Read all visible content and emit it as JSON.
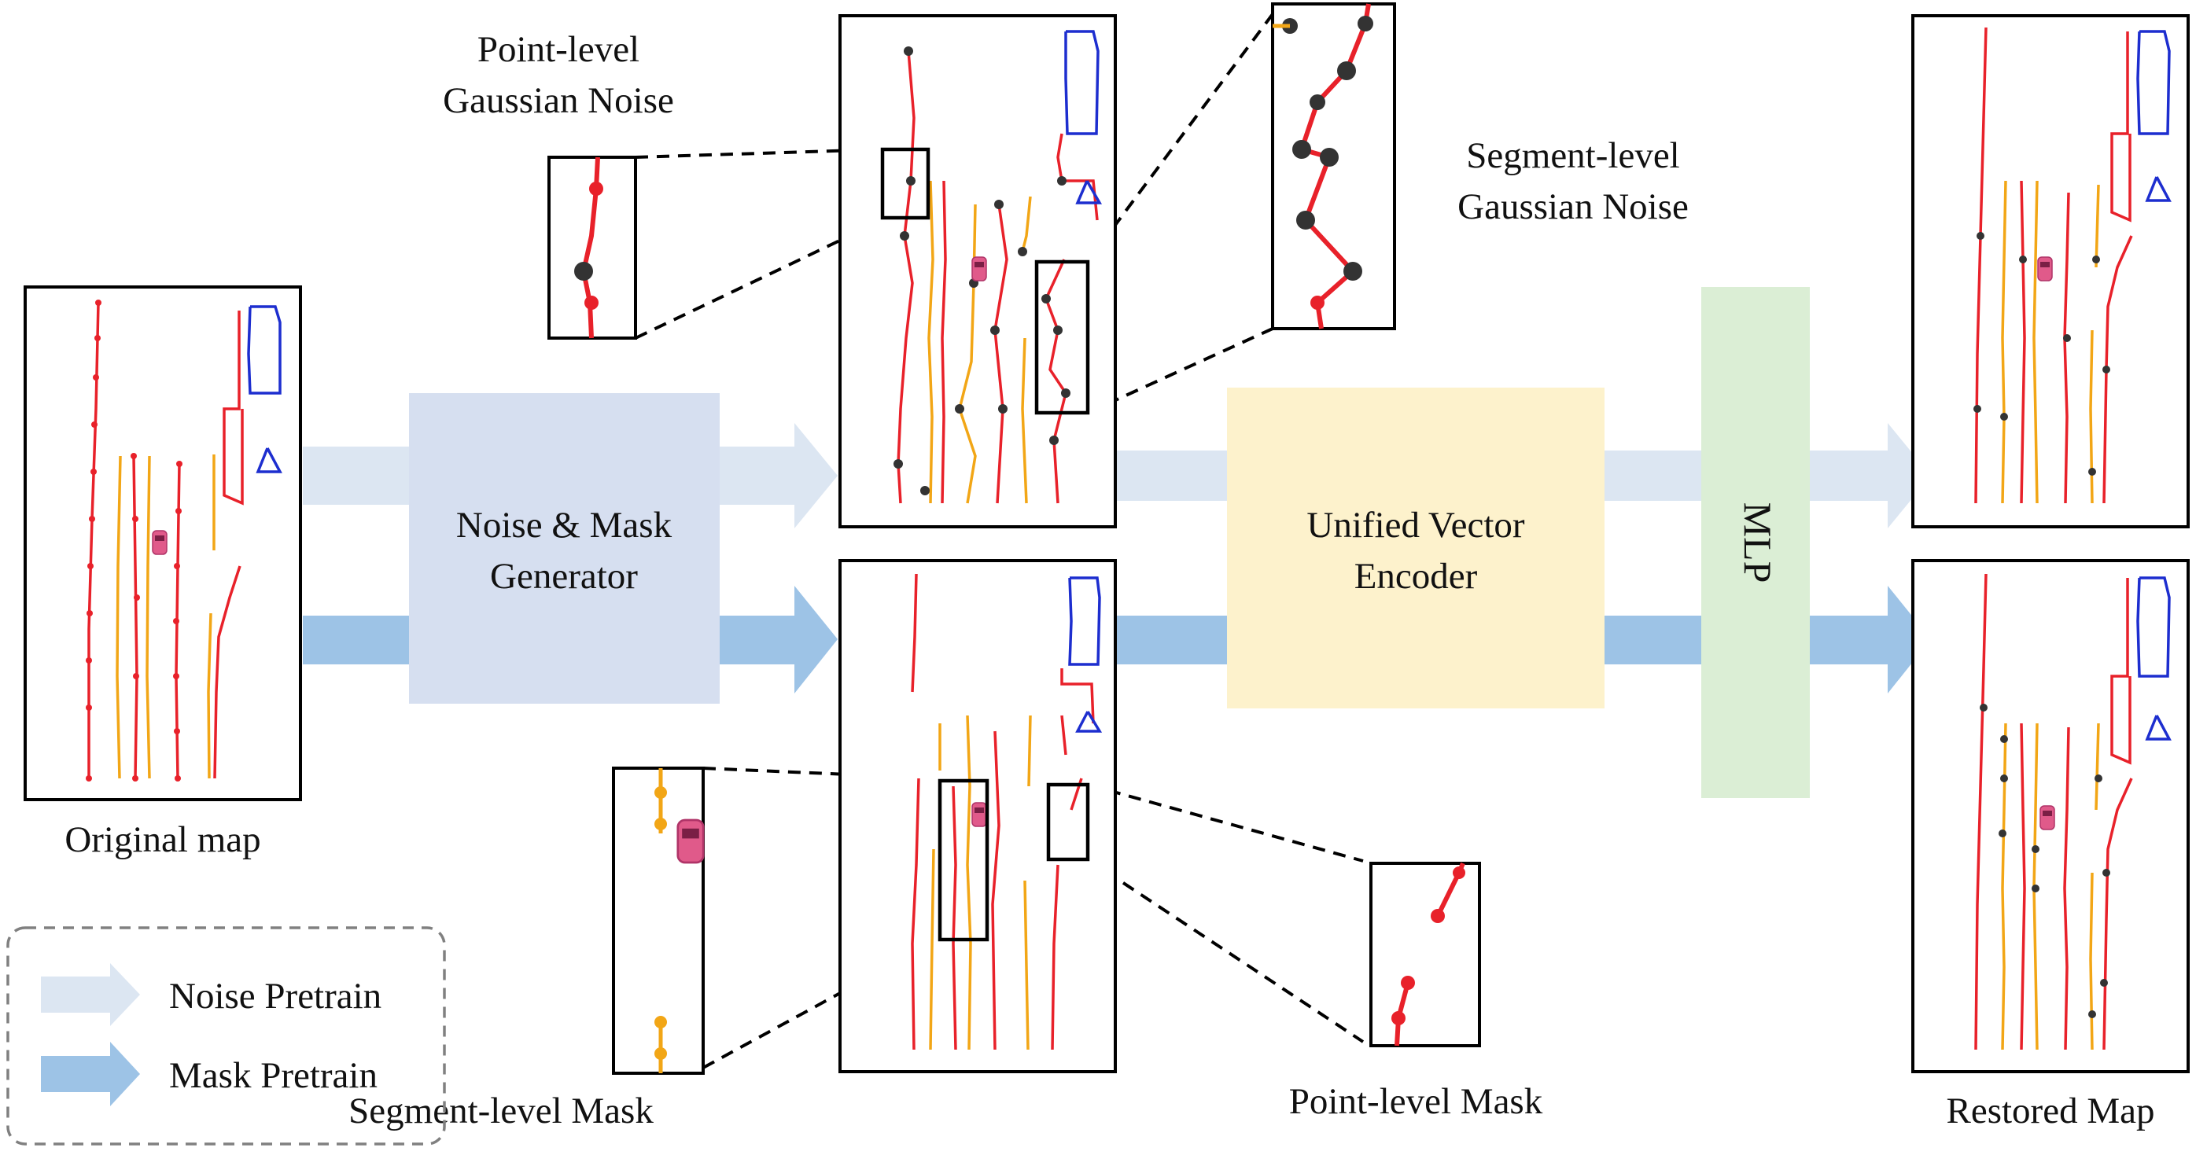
{
  "labels": {
    "original_map": "Original map",
    "point_noise_line1": "Point-level",
    "point_noise_line2": "Gaussian Noise",
    "segment_noise_line1": "Segment-level",
    "segment_noise_line2": "Gaussian Noise",
    "segment_mask": "Segment-level Mask",
    "point_mask": "Point-level Mask",
    "restored_map": "Restored Map"
  },
  "blocks": {
    "generator_line1": "Noise & Mask",
    "generator_line2": "Generator",
    "encoder_line1": "Unified Vector",
    "encoder_line2": "Encoder",
    "mlp": "MLP"
  },
  "legend": {
    "noise": "Noise Pretrain",
    "mask": "Mask Pretrain"
  },
  "colors": {
    "noise_arrow": "#dce6f2",
    "mask_arrow": "#9dc3e6",
    "generator_fill": "#d6dff0",
    "encoder_fill": "#fdf2cc",
    "mlp_fill": "#dbeed5",
    "red_line": "#e8212a",
    "orange_line": "#f2a616",
    "blue_line": "#1d2ecf",
    "noise_marker": "#333333",
    "vehicle": "#e05a8a"
  },
  "icons": {
    "arrow": "wide-arrow",
    "vehicle": "car-icon"
  }
}
